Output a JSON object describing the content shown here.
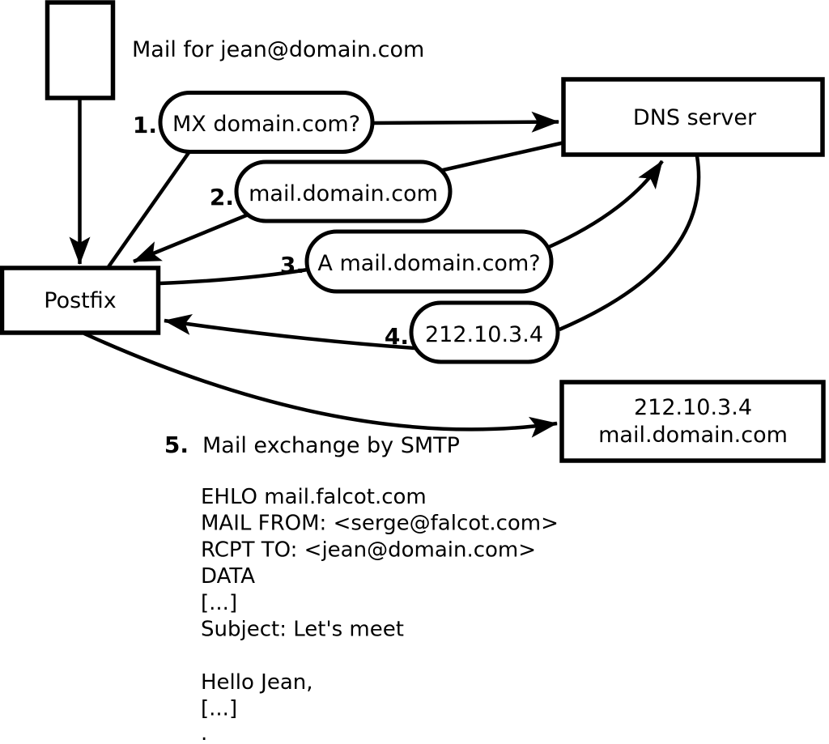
{
  "diagram": {
    "background": "#ffffff",
    "stroke_color": "#000000",
    "mail_label": "Mail for jean@domain.com",
    "nodes": {
      "postfix": {
        "label": "Postfix"
      },
      "dns_server": {
        "label": "DNS server"
      },
      "mail_server": {
        "line1": "212.10.3.4",
        "line2": "mail.domain.com"
      }
    },
    "steps": [
      {
        "num": "1.",
        "label": "MX domain.com?"
      },
      {
        "num": "2.",
        "label": "mail.domain.com"
      },
      {
        "num": "3.",
        "label": "A mail.domain.com?"
      },
      {
        "num": "4.",
        "label": "212.10.3.4"
      },
      {
        "num": "5.",
        "label": "Mail exchange by SMTP"
      }
    ],
    "smtp_session": [
      "EHLO mail.falcot.com",
      "MAIL FROM: <serge@falcot.com>",
      "RCPT TO: <jean@domain.com>",
      "DATA",
      "[...]",
      "Subject: Let's meet",
      "",
      "Hello Jean,",
      "[...]",
      "."
    ]
  }
}
